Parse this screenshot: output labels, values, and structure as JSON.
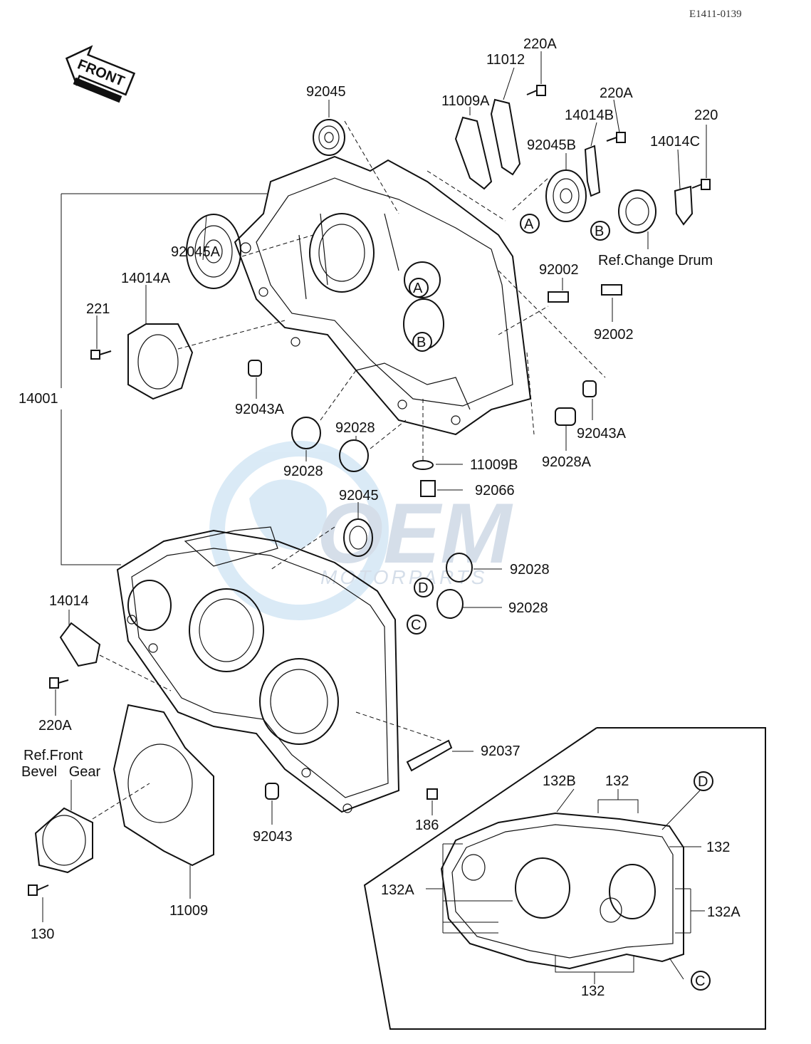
{
  "ref_code": "E1411-0139",
  "front_label": "FRONT",
  "watermark": {
    "brand": "OEM",
    "sub": "MOTORPARTS"
  },
  "labels": {
    "l_92045_top": "92045",
    "l_11009A": "11009A",
    "l_11012": "11012",
    "l_220A_top": "220A",
    "l_220A_right": "220A",
    "l_14014B": "14014B",
    "l_220": "220",
    "l_14014C": "14014C",
    "l_92045B": "92045B",
    "l_ref_change_drum": "Ref.Change Drum",
    "l_92045A": "92045A",
    "l_14014A": "14014A",
    "l_221": "221",
    "l_92002_a": "92002",
    "l_92002_b": "92002",
    "l_14001": "14001",
    "l_92043A_left": "92043A",
    "l_92043A_right": "92043A",
    "l_92028_top": "92028",
    "l_92028_left": "92028",
    "l_92028A": "92028A",
    "l_11009B": "11009B",
    "l_92066": "92066",
    "l_92045_mid": "92045",
    "l_92028_D": "92028",
    "l_92028_C": "92028",
    "l_14014": "14014",
    "l_220A_bottom": "220A",
    "l_ref_front_bevel_1": "Ref.Front",
    "l_ref_front_bevel_2": "Bevel   Gear",
    "l_92037": "92037",
    "l_186": "186",
    "l_92043": "92043",
    "l_11009": "11009",
    "l_130": "130",
    "l_132B": "132B",
    "l_132_top": "132",
    "l_132_right": "132",
    "l_132A_left": "132A",
    "l_132A_right": "132A",
    "l_132_bottom": "132"
  },
  "callouts": {
    "A": "A",
    "B": "B",
    "C": "C",
    "D": "D"
  }
}
